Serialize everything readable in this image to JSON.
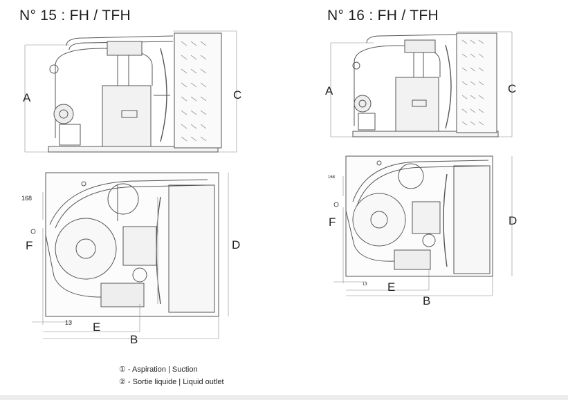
{
  "titles": {
    "unit15": "N° 15 : FH / TFH",
    "unit16": "N° 16 : FH / TFH"
  },
  "dimension_labels": {
    "A": "A",
    "B": "B",
    "C": "C",
    "D": "D",
    "E": "E",
    "F": "F"
  },
  "small_labels": {
    "d168": "168",
    "d13": "13"
  },
  "legend": {
    "item1": "① - Aspiration | Suction",
    "item2": "② - Sortie liquide | Liquid outlet"
  }
}
